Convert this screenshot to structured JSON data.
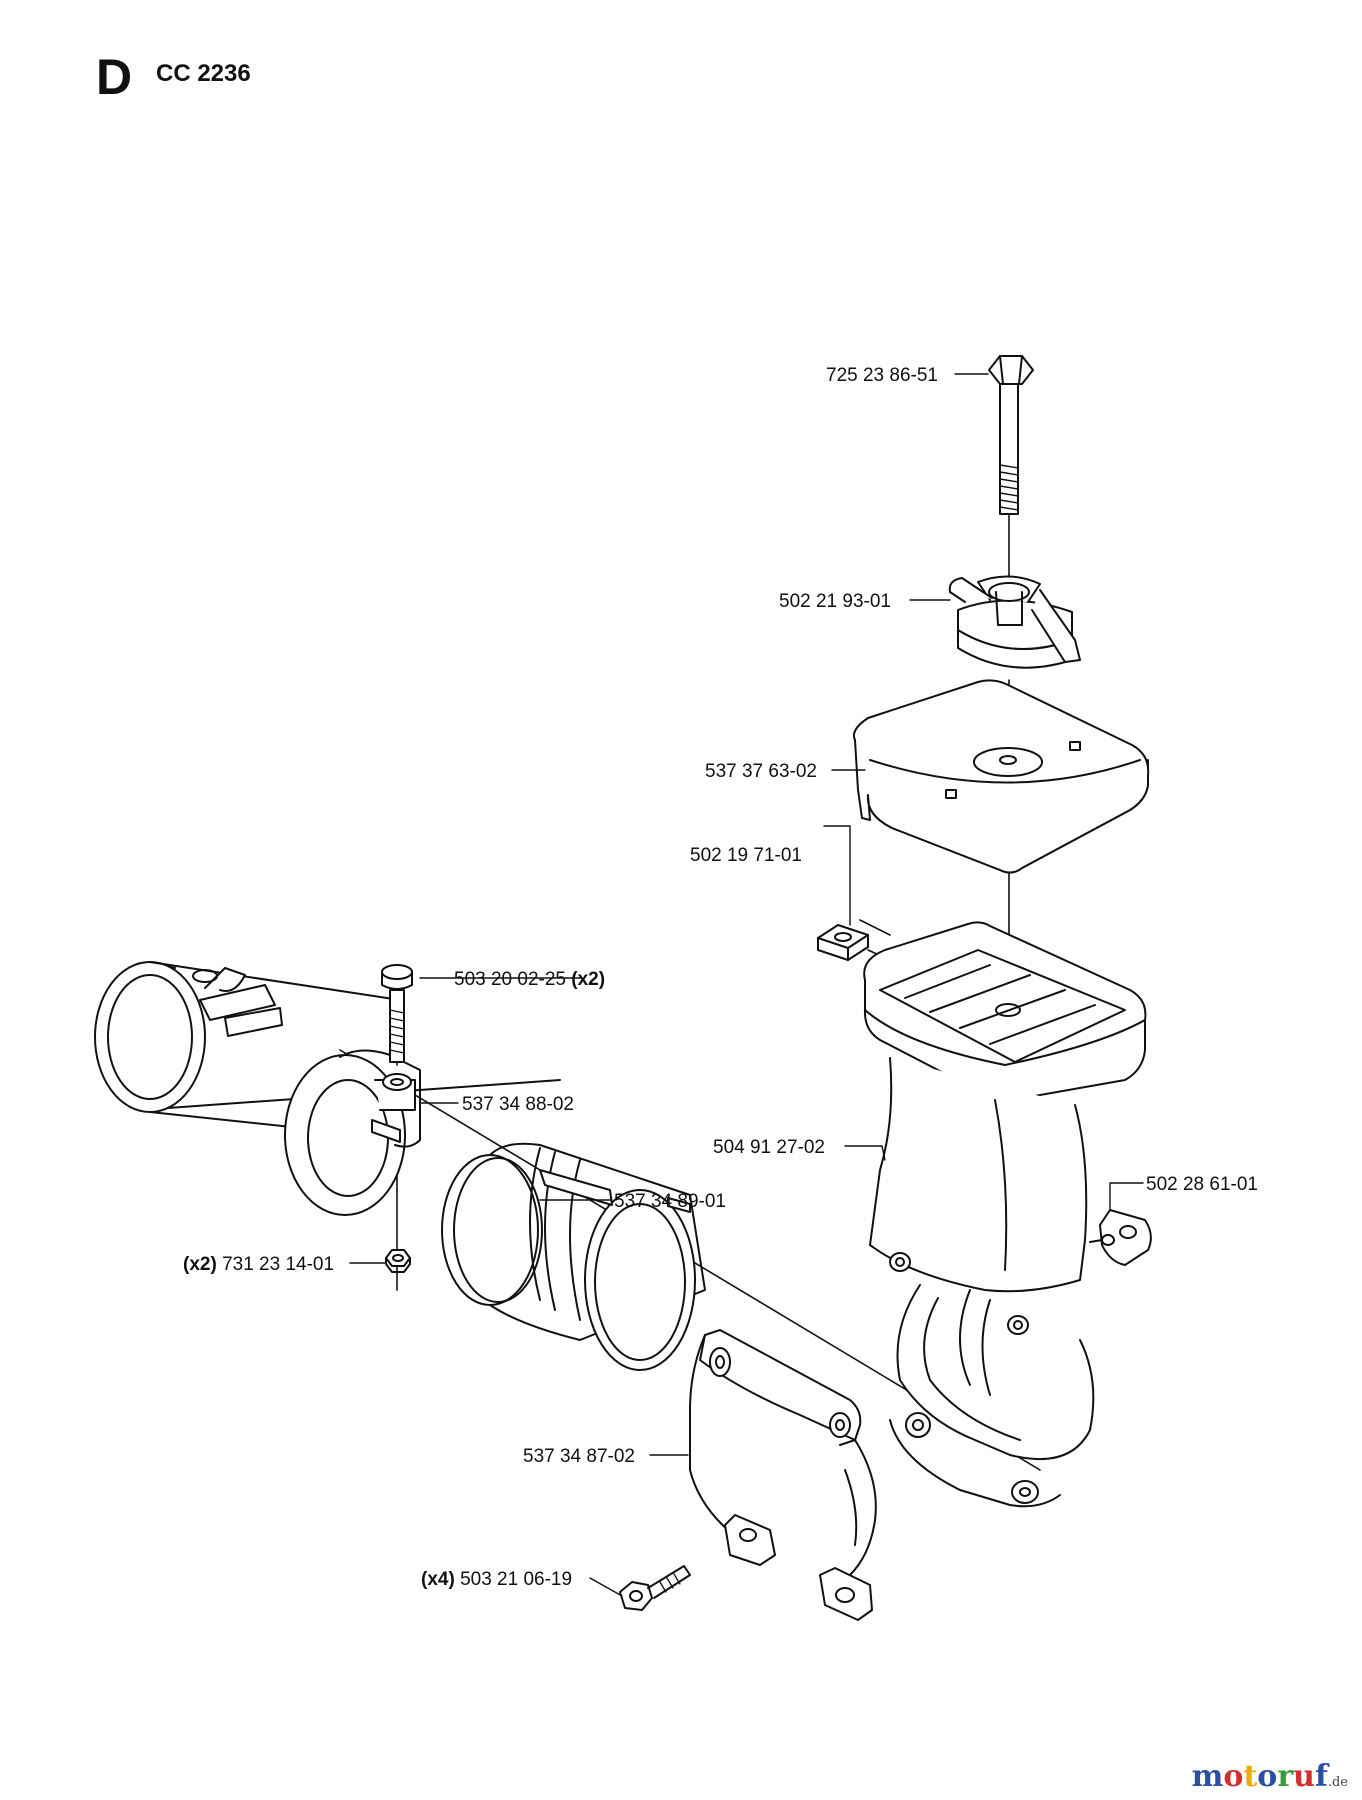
{
  "header": {
    "section_letter": "D",
    "model": "CC 2236"
  },
  "callouts": {
    "bolt_top": "725 23 86-51",
    "knob": "502 21 93-01",
    "cover": "537 37 63-02",
    "square_nut": "502 19 71-01",
    "screw_clamp_qty_part": "503 20 02-25",
    "screw_clamp_qty": "(x2)",
    "clamp_ring": "537 34 88-02",
    "sleeve": "537 34 89-01",
    "handle_body": "504 91 27-02",
    "side_clip": "502 28 61-01",
    "nut_qty": "(x2)",
    "nut_part": "731 23 14-01",
    "lower_clamp": "537 34 87-02",
    "bottom_screw_qty": "(x4)",
    "bottom_screw_part": "503 21 06-19"
  },
  "watermark": {
    "logo_letters": [
      "m",
      "o",
      "t",
      "o",
      "r",
      "u",
      "f"
    ],
    "logo_colors": [
      "#2b4fa3",
      "#d32f2f",
      "#f2a900",
      "#2b4fa3",
      "#3a9a3a",
      "#d32f2f",
      "#2b4fa3"
    ],
    "suffix": ".de"
  }
}
